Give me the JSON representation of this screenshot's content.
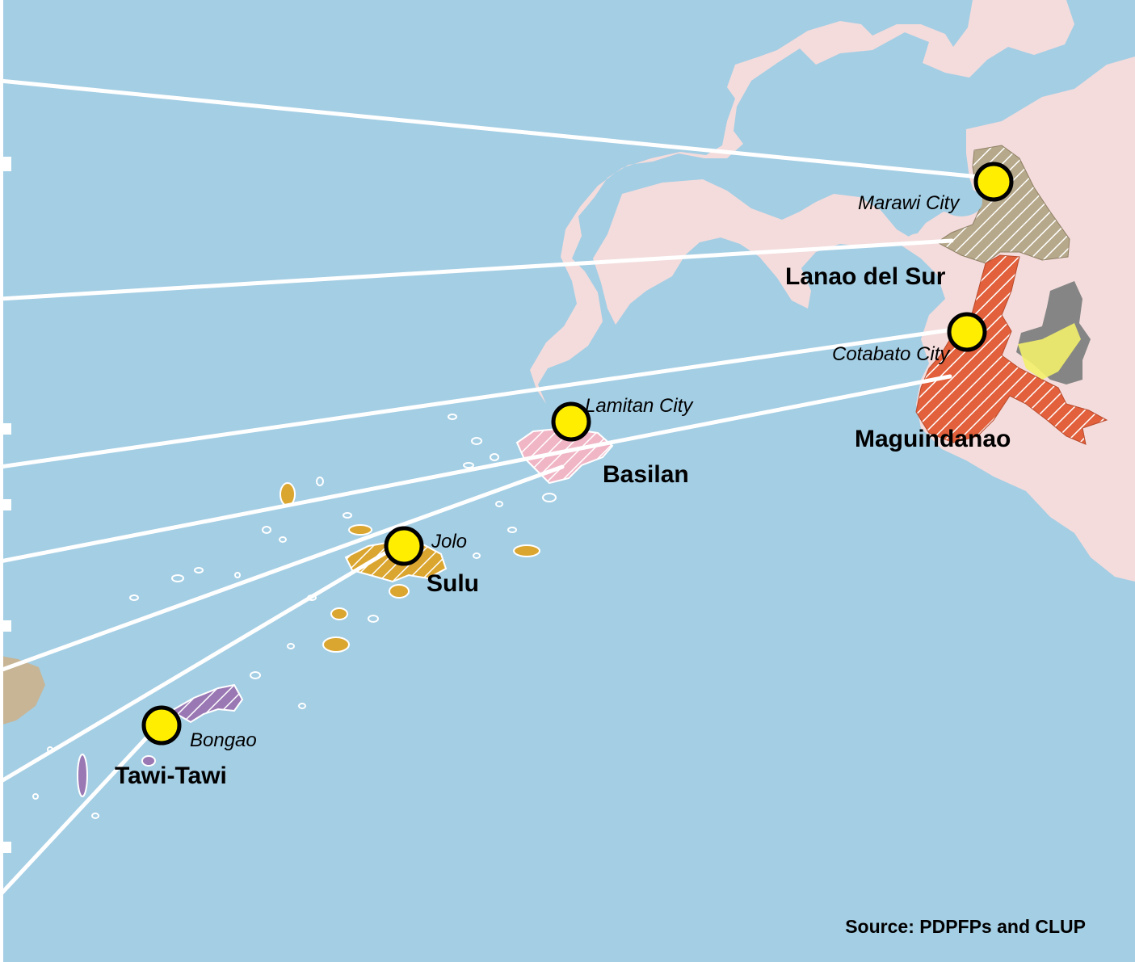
{
  "provinces": {
    "lanao_del_sur": "Lanao del Sur",
    "maguindanao": "Maguindanao",
    "basilan": "Basilan",
    "sulu": "Sulu",
    "tawi_tawi": "Tawi-Tawi"
  },
  "cities": {
    "marawi": "Marawi City",
    "cotabato": "Cotabato City",
    "lamitan": "Lamitan City",
    "jolo": "Jolo",
    "bongao": "Bongao"
  },
  "source": "Source: PDPFPs and CLUP",
  "colors": {
    "sea": "#a4cee4",
    "land": "#f4dcdc",
    "lanao_del_sur": "#b6a88a",
    "maguindanao": "#e2603c",
    "basilan": "#f0b6c6",
    "sulu": "#dba630",
    "tawi_tawi": "#9a78b4",
    "other_area": "#858585",
    "marker_fill": "#ffee00",
    "marker_stroke": "#000000",
    "leader_line": "#ffffff"
  }
}
